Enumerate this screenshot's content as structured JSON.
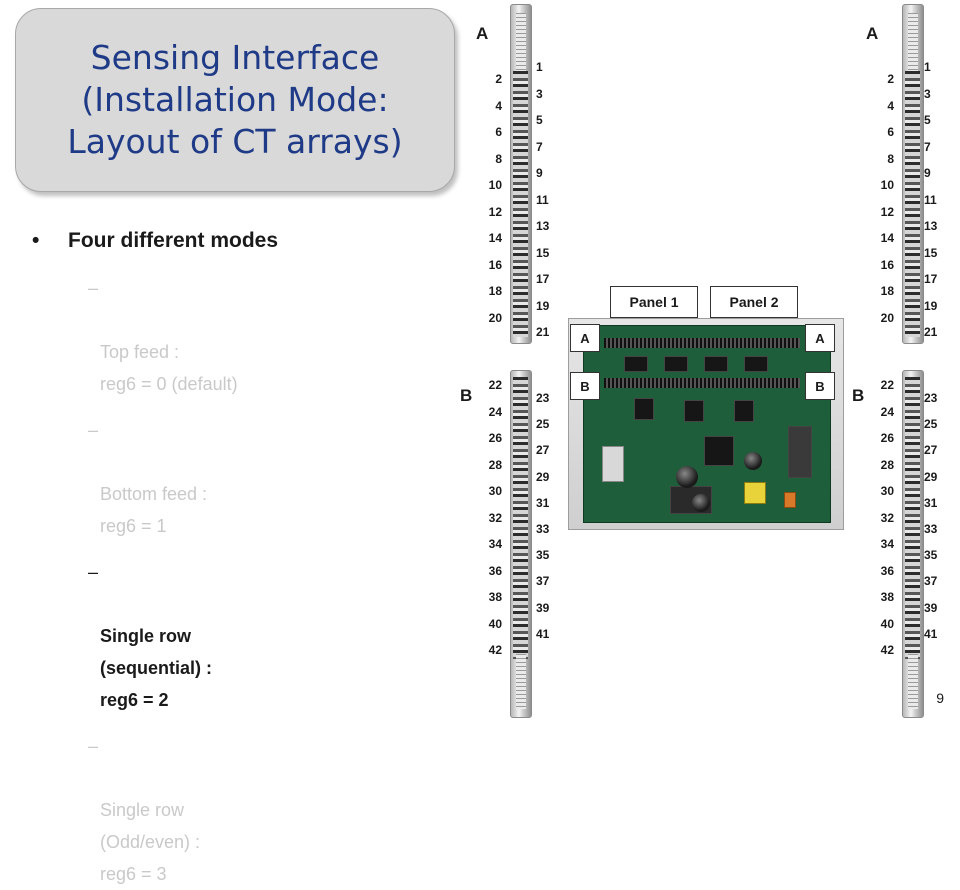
{
  "title": "Sensing Interface\n(Installation Mode:\nLayout of CT arrays)",
  "bullet": "Four different modes",
  "modes": [
    {
      "text": "Top feed :\nreg6 = 0  (default)",
      "state": "dim"
    },
    {
      "text": "Bottom feed :\nreg6 = 1",
      "state": "dim"
    },
    {
      "text": "Single row\n(sequential) :\nreg6 = 2",
      "state": "active"
    },
    {
      "text": "Single row\n(Odd/even) :\nreg6 = 3",
      "state": "dim"
    }
  ],
  "dash": "–",
  "labels": {
    "a": "A",
    "b": "B",
    "panel1": "Panel 1",
    "panel2": "Panel 2"
  },
  "array_a": {
    "even": [
      "2",
      "4",
      "6",
      "8",
      "10",
      "12",
      "14",
      "16",
      "18",
      "20"
    ],
    "odd": [
      "1",
      "3",
      "5",
      "7",
      "9",
      "11",
      "13",
      "15",
      "17",
      "19",
      "21"
    ]
  },
  "array_b": {
    "even": [
      "22",
      "24",
      "26",
      "28",
      "30",
      "32",
      "34",
      "36",
      "38",
      "40",
      "42"
    ],
    "odd": [
      "23",
      "25",
      "27",
      "29",
      "31",
      "33",
      "35",
      "37",
      "39",
      "41"
    ]
  },
  "page_number": "9"
}
